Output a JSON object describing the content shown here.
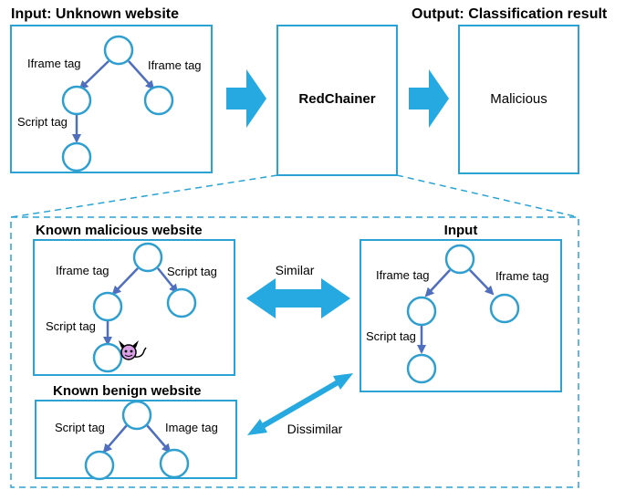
{
  "colors": {
    "accent_blue": "#2aa3d4",
    "arrow_blue": "#26a9e0",
    "edge_blue": "#4f6fbe"
  },
  "top": {
    "input_title": "Input: Unknown website",
    "output_title": "Output: Classification result",
    "input_edges": {
      "iframe_left": "Iframe tag",
      "iframe_right": "Iframe tag",
      "script": "Script tag"
    },
    "engine_label": "RedChainer",
    "result_label": "Malicious"
  },
  "detail": {
    "malicious_title": "Known malicious website",
    "malicious_edges": {
      "iframe": "Iframe tag",
      "script_right": "Script tag",
      "script_down": "Script tag"
    },
    "malicious_marker_icon": "devil-icon",
    "input_title": "Input",
    "input_edges": {
      "iframe_left": "Iframe tag",
      "iframe_right": "Iframe tag",
      "script": "Script tag"
    },
    "benign_title": "Known benign website",
    "benign_edges": {
      "script": "Script tag",
      "image": "Image tag"
    },
    "similar_label": "Similar",
    "dissimilar_label": "Dissimilar"
  }
}
